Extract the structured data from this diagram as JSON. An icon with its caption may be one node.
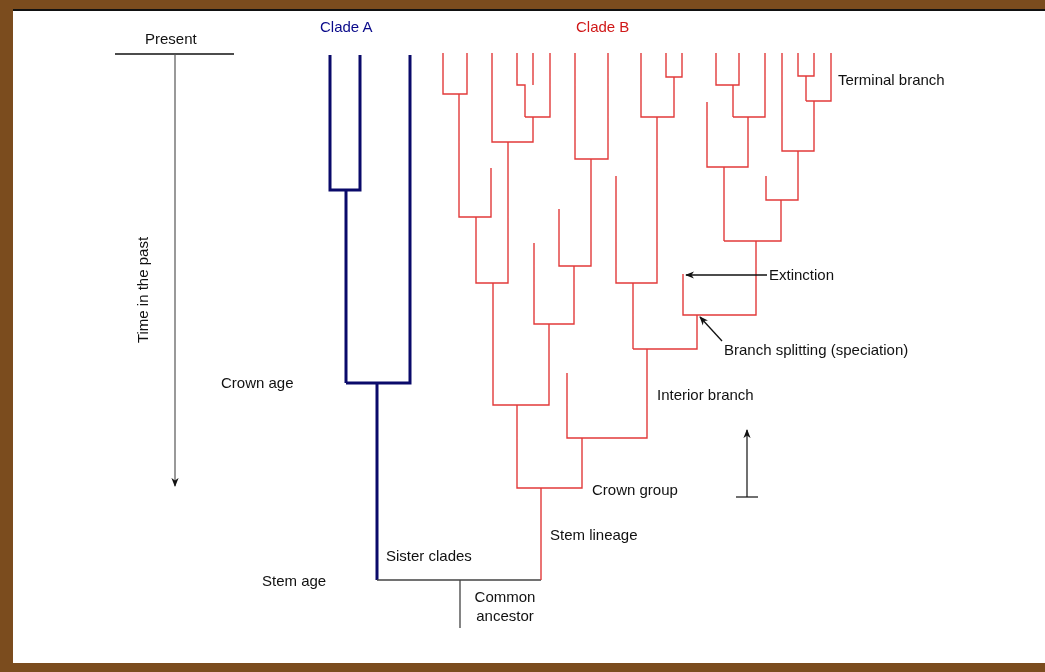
{
  "diagram": {
    "nodes": [
      {
        "text": [
          "Extinction"
        ]
      },
      {
        "text": [
          "Branch splitting (speciation)"
        ]
      }
    ],
    "edges": [
      {
        "from": 0,
        "to": null,
        "arrow": "to"
      },
      {
        "from": 1,
        "to": null,
        "arrow": "to"
      }
    ],
    "labels": [
      "Present",
      "Clade A",
      "Clade B",
      "Terminal branch",
      "Time in the past",
      "Crown age",
      "Interior branch",
      "Crown group",
      "Stem lineage",
      "Sister clades",
      "Stem age",
      "Common ancestor"
    ]
  }
}
